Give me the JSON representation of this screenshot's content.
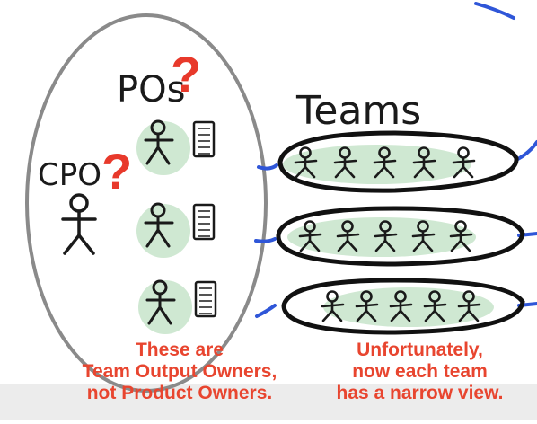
{
  "labels": {
    "pos": "POs",
    "cpo": "CPO",
    "teams": "Teams",
    "question_mark": "?"
  },
  "captions": {
    "left": "These are\nTeam Output Owners,\nnot Product Owners.",
    "right": "Unfortunately,\nnow each team\nhas a narrow view."
  },
  "counts": {
    "teams": 3,
    "members_per_team": 5
  },
  "colors": {
    "ink": "#1a1a1a",
    "question": "#e8392b",
    "caption": "#e8452f",
    "connector": "#2f56d8",
    "highlight": "#cfe8d2",
    "ellipse": "#8a8a8a",
    "bottom_bar": "#ececec"
  },
  "icons": [
    "person-icon",
    "document-icon",
    "question-icon"
  ]
}
